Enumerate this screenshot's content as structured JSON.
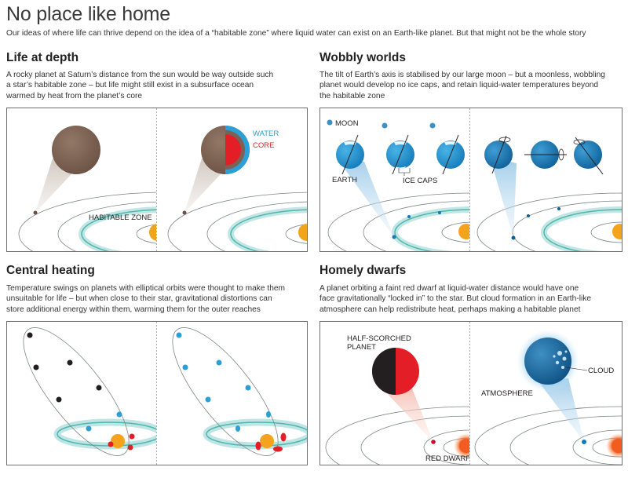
{
  "header": {
    "title": "No place like home",
    "subtitle": "Our ideas of where life can thrive depend on the idea of a “habitable zone” where liquid water can exist on an Earth-like planet. But that might not be the whole story"
  },
  "sections": {
    "depth": {
      "heading": "Life at depth",
      "text": [
        "A rocky planet at Saturn’s distance from the sun would be way outside such",
        "a star’s habitable zone – but life might still exist in a subsurface ocean",
        "warmed by heat from the planet’s core"
      ],
      "labels": {
        "zone": "HABITABLE ZONE",
        "water": "WATER",
        "core": "CORE"
      }
    },
    "wobbly": {
      "heading": "Wobbly worlds",
      "text": [
        "The tilt of Earth’s axis is stabilised by our large moon – but a moonless, wobbling",
        "planet would develop no ice caps, and retain liquid-water temperatures beyond",
        "the habitable zone"
      ],
      "labels": {
        "moon": "MOON",
        "earth": "EARTH",
        "ice": "ICE CAPS"
      }
    },
    "heating": {
      "heading": "Central heating",
      "text": [
        "Temperature swings on planets with elliptical orbits were thought to make them",
        "unsuitable for life – but when close to their star, gravitational distortions can",
        "store additional energy within them, warming them for the outer reaches"
      ]
    },
    "dwarfs": {
      "heading": "Homely dwarfs",
      "text": [
        "A planet orbiting a faint red dwarf at liquid-water distance would have one",
        "face gravitationally “locked in” to the star. But cloud formation in an Earth-like",
        "atmosphere can help redistribute heat, perhaps making a habitable planet"
      ],
      "labels": {
        "half1": "HALF-SCORCHED",
        "half2": "PLANET",
        "dwarf": "RED DWARF",
        "atmo": "ATMOSPHERE",
        "cloud": "CLOUD"
      }
    }
  },
  "colors": {
    "habitable_glow": "#7ecfcb",
    "water": "#2b9fd6",
    "core": "#e41e26",
    "rock": "#7b6253",
    "sun": "#f5a31c",
    "red_dwarf": "#f25c1f"
  }
}
